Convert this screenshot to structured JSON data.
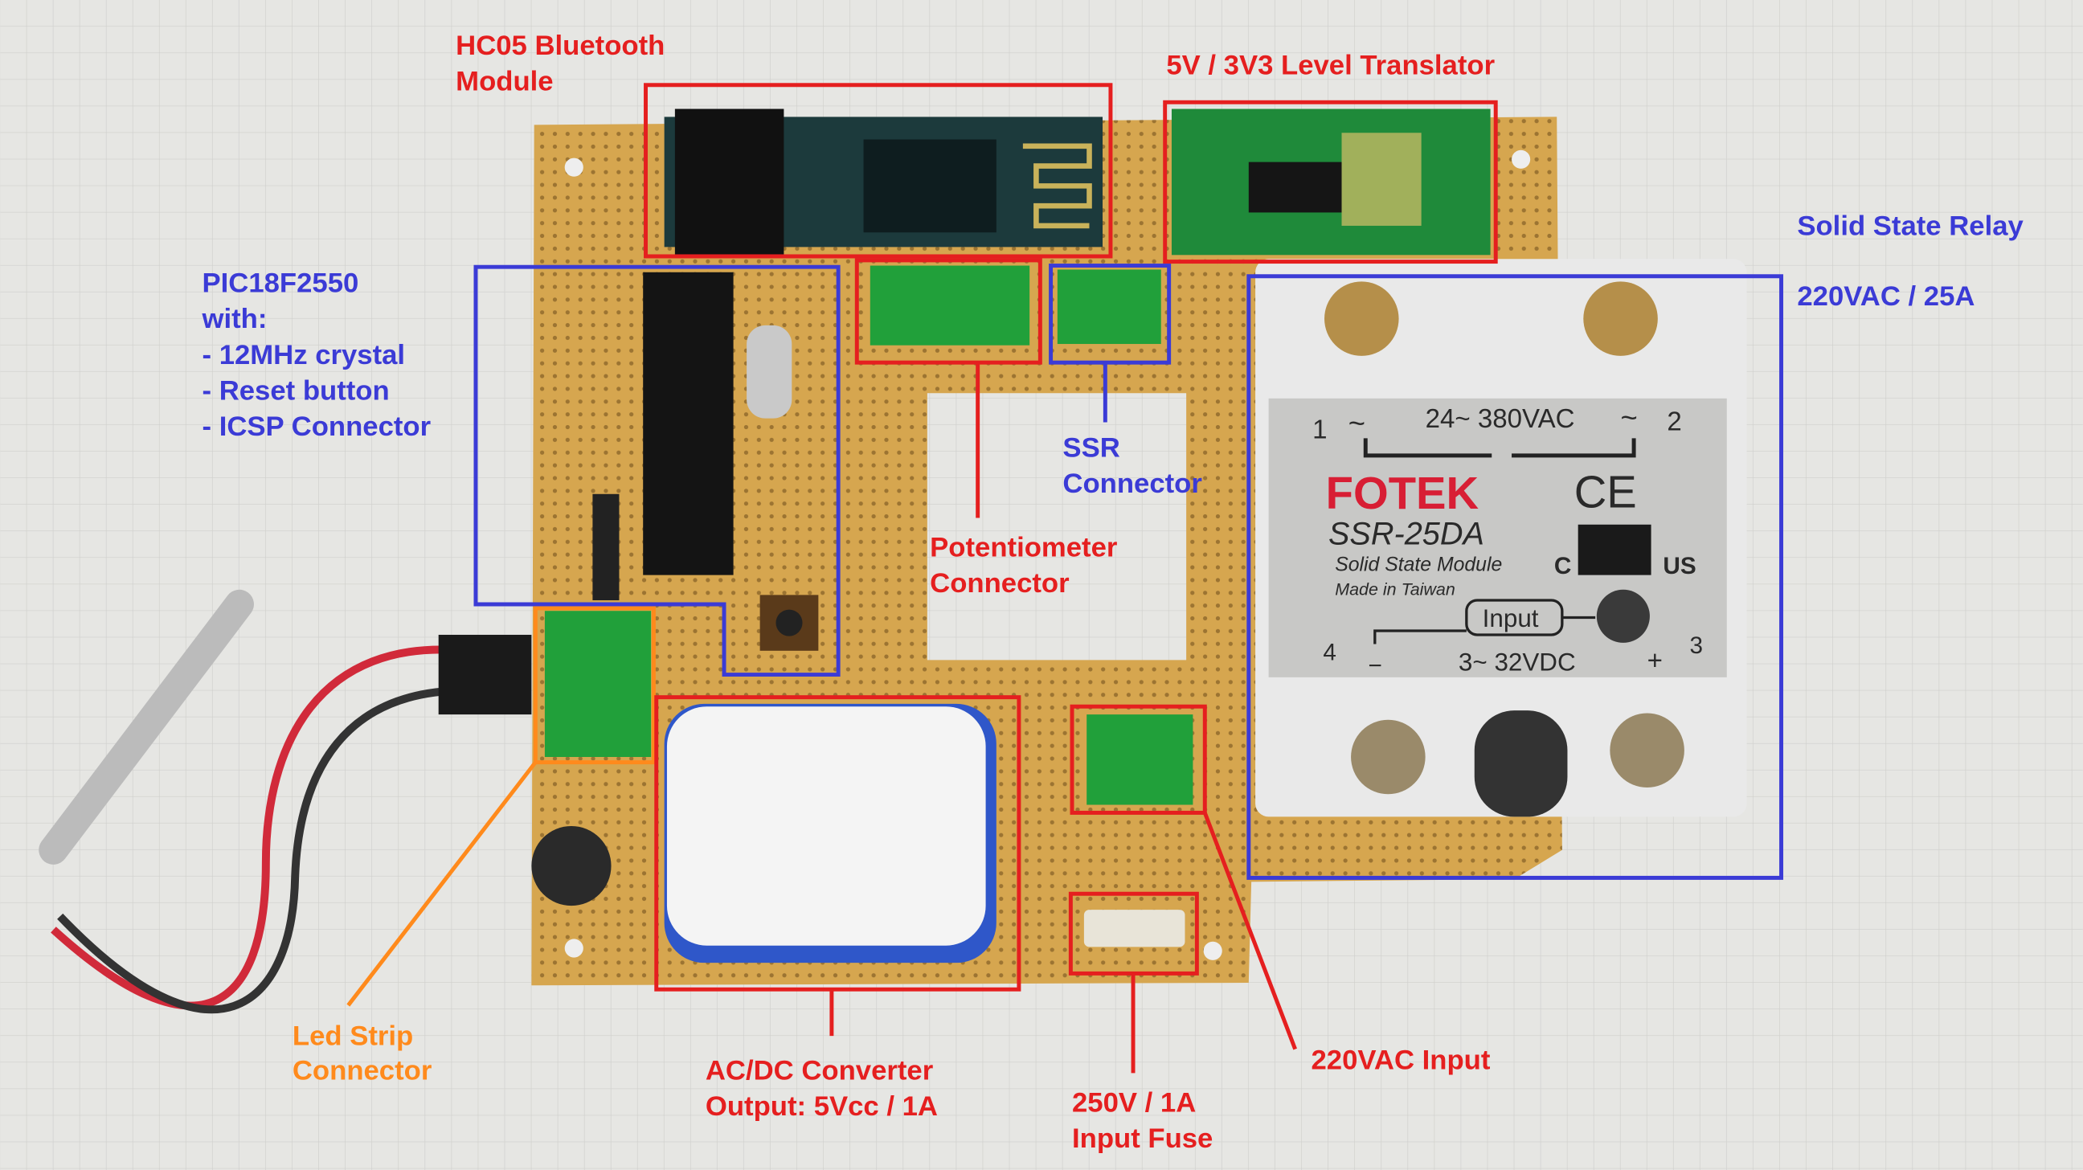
{
  "colors": {
    "red": "#e51f1f",
    "blue": "#3b3bd6",
    "orange": "#ff8a1c",
    "board": "#d6a64f",
    "paper": "#e6e6e3"
  },
  "annotations": {
    "hc05": {
      "line1": "HC05 Bluetooth",
      "line2": "Module"
    },
    "translator": {
      "line1": "5V / 3V3 Level Translator"
    },
    "ssr_relay": {
      "line1": "Solid State Relay",
      "line2": "220VAC / 25A"
    },
    "pic": {
      "lines": [
        "PIC18F2550",
        "with:",
        "- 12MHz crystal",
        "- Reset button",
        "- ICSP Connector"
      ]
    },
    "potentiometer": {
      "line1": "Potentiometer",
      "line2": "Connector"
    },
    "ssr_connector": {
      "line1": "SSR",
      "line2": "Connector"
    },
    "led_strip": {
      "line1": "Led Strip",
      "line2": "Connector"
    },
    "acdc": {
      "line1": "AC/DC Converter",
      "line2": "Output: 5Vcc / 1A"
    },
    "ac_input": {
      "line1": "220VAC Input"
    },
    "fuse": {
      "line1": "250V / 1A",
      "line2": "Input Fuse"
    }
  },
  "relay_markings": {
    "pin1": "1",
    "pin2": "2",
    "pin3": "3",
    "pin4": "4",
    "tilde": "~",
    "ac_range": "24~ 380VAC",
    "brand": "FOTEK",
    "model": "SSR-25DA",
    "desc": "Solid State Module",
    "origin": "Made in Taiwan",
    "input": "Input",
    "dc_range": "3~ 32VDC",
    "minus": "−",
    "plus": "+",
    "ce": "CE",
    "c": "C",
    "us": "US"
  }
}
